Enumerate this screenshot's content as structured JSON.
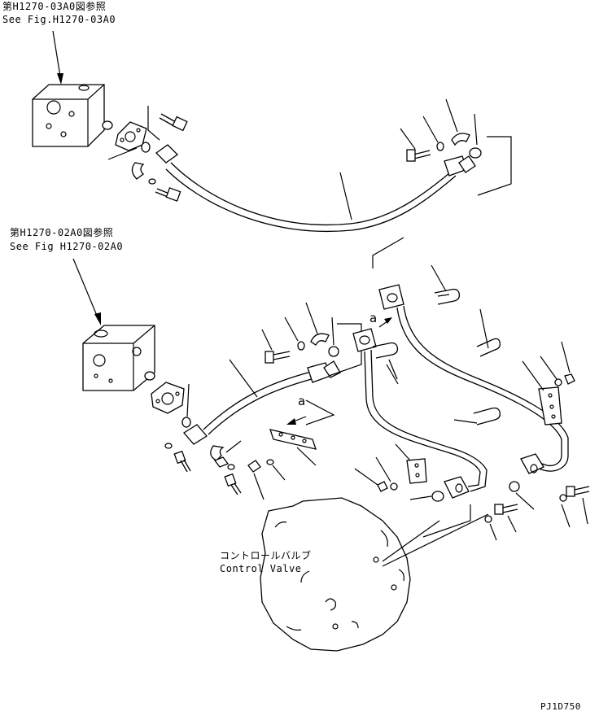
{
  "refs": {
    "top": {
      "line_jp": "第H1270-03A0図参照",
      "line_en": "See Fig.H1270-03A0"
    },
    "mid": {
      "line_jp": "第H1270-02A0図参照",
      "line_en": "See Fig H1270-02A0"
    }
  },
  "control_valve": {
    "label_jp": "コントロールバルブ",
    "label_en": "Control Valve"
  },
  "markers": {
    "a_upper": "a",
    "a_lower": "a"
  },
  "drawing_code": "PJ1D750"
}
